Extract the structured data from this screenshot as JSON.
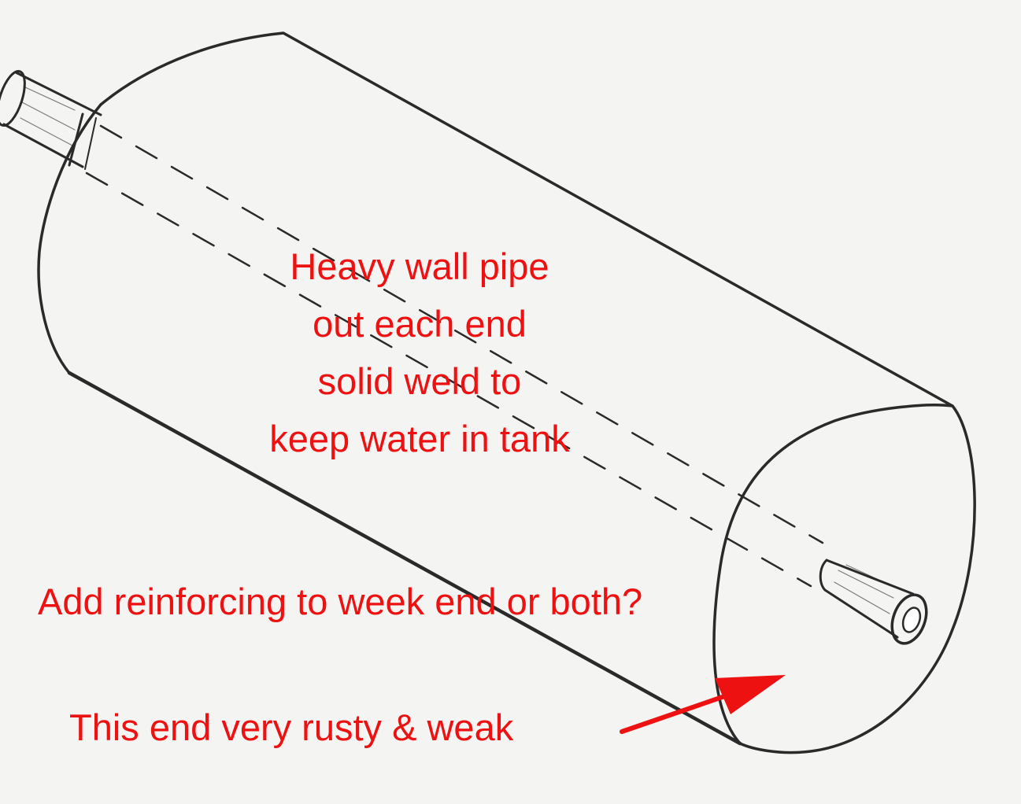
{
  "annotations": {
    "pipe_note_lines": [
      "Heavy wall pipe",
      "out each end",
      "solid weld to",
      "keep water in tank"
    ],
    "question": "Add reinforcing to week end or both?",
    "rusty_end": "This end very rusty & weak"
  },
  "colors": {
    "annotation_text": "#ee1111",
    "pencil": "#2a2a2a",
    "paper": "#f4f4f2"
  }
}
